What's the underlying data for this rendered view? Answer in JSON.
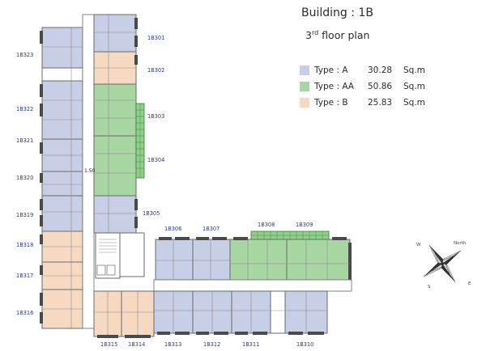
{
  "title": "Building : 1B",
  "subtitle_sup": "rd",
  "subtitle_num": "3",
  "subtitle_rest": "floor plan",
  "legend": [
    {
      "label": "Type : A",
      "area": "30.28",
      "unit": "Sq.m",
      "color": "#c7cfe6"
    },
    {
      "label": "Type : AA",
      "area": "50.86",
      "unit": "Sq.m",
      "color": "#a7d6a2"
    },
    {
      "label": "Type : B",
      "area": "25.83",
      "unit": "Sq.m",
      "color": "#f6d9c1"
    }
  ],
  "rooms": {
    "r301": "1B301",
    "r302": "1B302",
    "r303": "1B303",
    "r304": "1B304",
    "r305": "1B305",
    "r306": "1B306",
    "r307": "1B307",
    "r308": "1B308",
    "r309": "1B309",
    "r310": "1B310",
    "r311": "1B311",
    "r312": "1B312",
    "r313": "1B313",
    "r314": "1B314",
    "r315": "1B315",
    "r316": "1B316",
    "r317": "1B317",
    "r318": "1B318",
    "r319": "1B319",
    "r320": "1B320",
    "r321": "1B321",
    "r322": "1B322",
    "r323": "1B323"
  },
  "dimension_note": "1.50",
  "compass": {
    "n": "North",
    "e": "E",
    "w": "W",
    "s": "S"
  },
  "colors": {
    "typeA": "#c7cfe6",
    "typeAA": "#a7d6a2",
    "typeB": "#f6d9c1",
    "wall": "#6a6a6a",
    "dark": "#4a4a4a"
  }
}
